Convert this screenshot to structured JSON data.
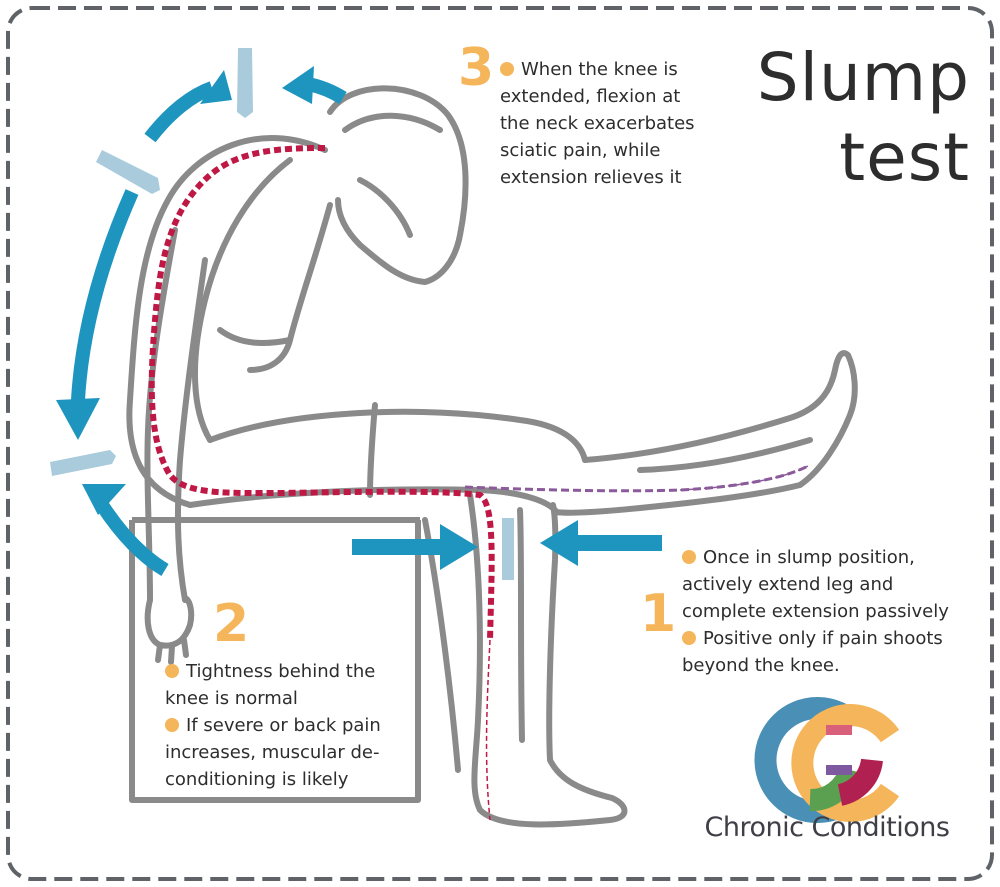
{
  "title": {
    "line1": "Slump",
    "line2": "test"
  },
  "steps": [
    {
      "number": "1",
      "lines": [
        "Once in slump position, actively extend leg and complete extension passively",
        "Positive only if pain shoots beyond the knee."
      ]
    },
    {
      "number": "2",
      "lines": [
        "Tightness behind the knee is normal",
        "If severe or back pain increases, muscular de-conditioning is likely"
      ]
    },
    {
      "number": "3",
      "lines": [
        "When the knee is extended, flexion at the neck exacerbates sciatic pain, while extension relieves it"
      ]
    }
  ],
  "brand": {
    "name": "Chronic Conditions"
  },
  "colors": {
    "arrow": "#1d95bf",
    "marker": "#a9cbdc",
    "nerve": "#c01845",
    "nerve_alt": "#8b5a9a",
    "accent": "#f5b55a",
    "border": "#5f6368",
    "logo_blue": "#4a8fb5",
    "logo_orange": "#f5b55a",
    "logo_red": "#b02050",
    "logo_purple": "#7d5aa0",
    "logo_green": "#5aa050",
    "logo_pink": "#d8607a"
  },
  "icons": [
    "curved-arrow-icon",
    "straight-arrow-icon",
    "brand-logo-icon"
  ]
}
